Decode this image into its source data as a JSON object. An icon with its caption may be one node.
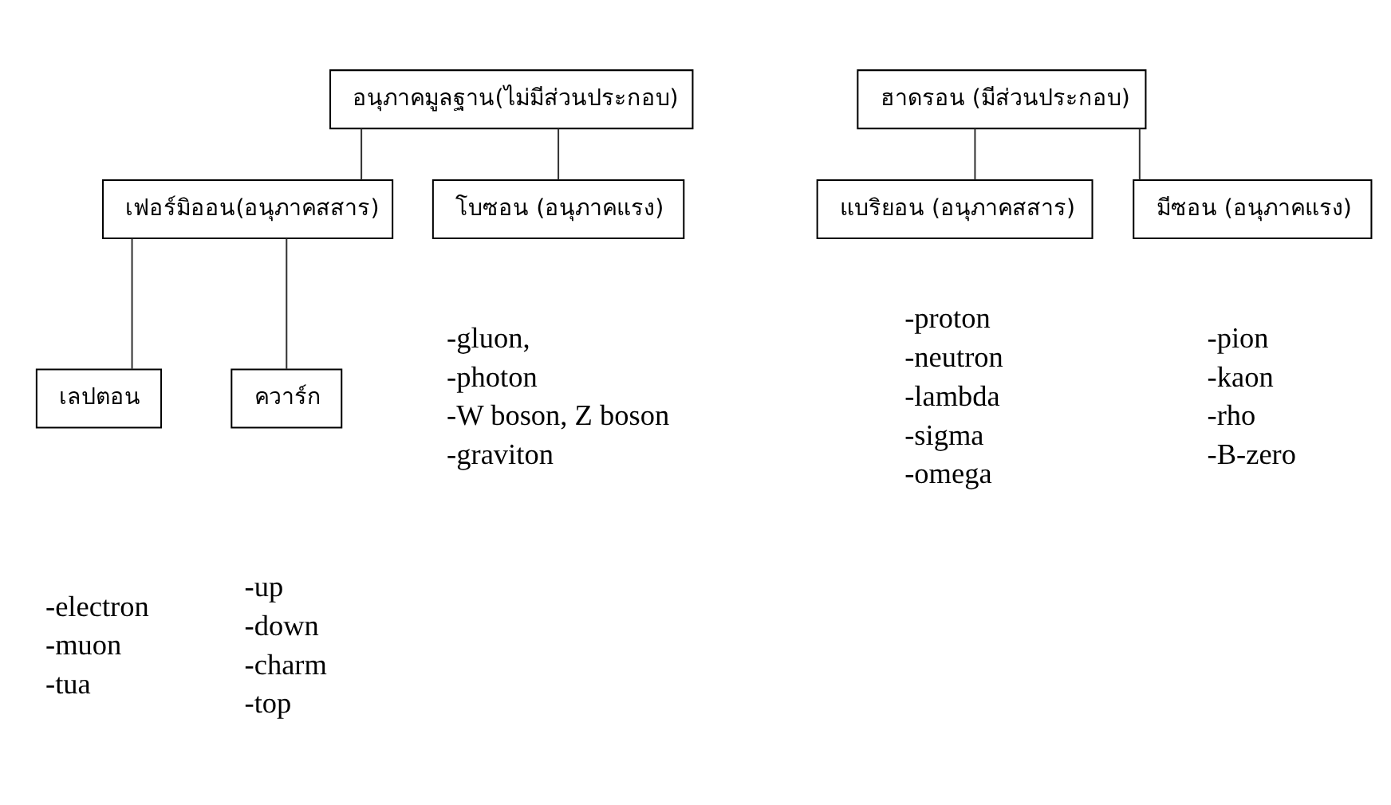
{
  "diagram": {
    "nodes": [
      {
        "text": [
          "อนุภาคมูลฐาน(ไม่มีส่วนประกอบ)"
        ]
      },
      {
        "text": [
          "เฟอร์มิออน(อนุภาคสสาร)"
        ]
      },
      {
        "text": [
          "โบซอน (อนุภาคแรง)"
        ],
        "beside": [
          "-gluon,",
          "-photon",
          "-W boson, Z boson",
          "-graviton"
        ]
      },
      {
        "text": [
          "เลปตอน"
        ],
        "beside": [
          "-electron",
          "-muon",
          "-tua"
        ]
      },
      {
        "text": [
          "ควาร์ก"
        ],
        "beside": [
          "-up",
          "-down",
          "-charm",
          "-top"
        ]
      },
      {
        "text": [
          "ฮาดรอน (มีส่วนประกอบ)"
        ]
      },
      {
        "text": [
          "แบริยอน (อนุภาคสสาร)"
        ],
        "beside": [
          "-proton",
          "-neutron",
          "-lambda",
          "-sigma",
          "-omega"
        ]
      },
      {
        "text": [
          "มีซอน (อนุภาคแรง)"
        ],
        "beside": [
          "-pion",
          "-kaon",
          "-rho",
          "-B-zero"
        ]
      }
    ],
    "edges": [
      {
        "from": 0,
        "to": 1,
        "arrow": "none"
      },
      {
        "from": 0,
        "to": 2,
        "arrow": "none"
      },
      {
        "from": 1,
        "to": 3,
        "arrow": "none"
      },
      {
        "from": 1,
        "to": 4,
        "arrow": "none"
      },
      {
        "from": 5,
        "to": 6,
        "arrow": "none"
      },
      {
        "from": 5,
        "to": 7,
        "arrow": "none"
      }
    ]
  }
}
